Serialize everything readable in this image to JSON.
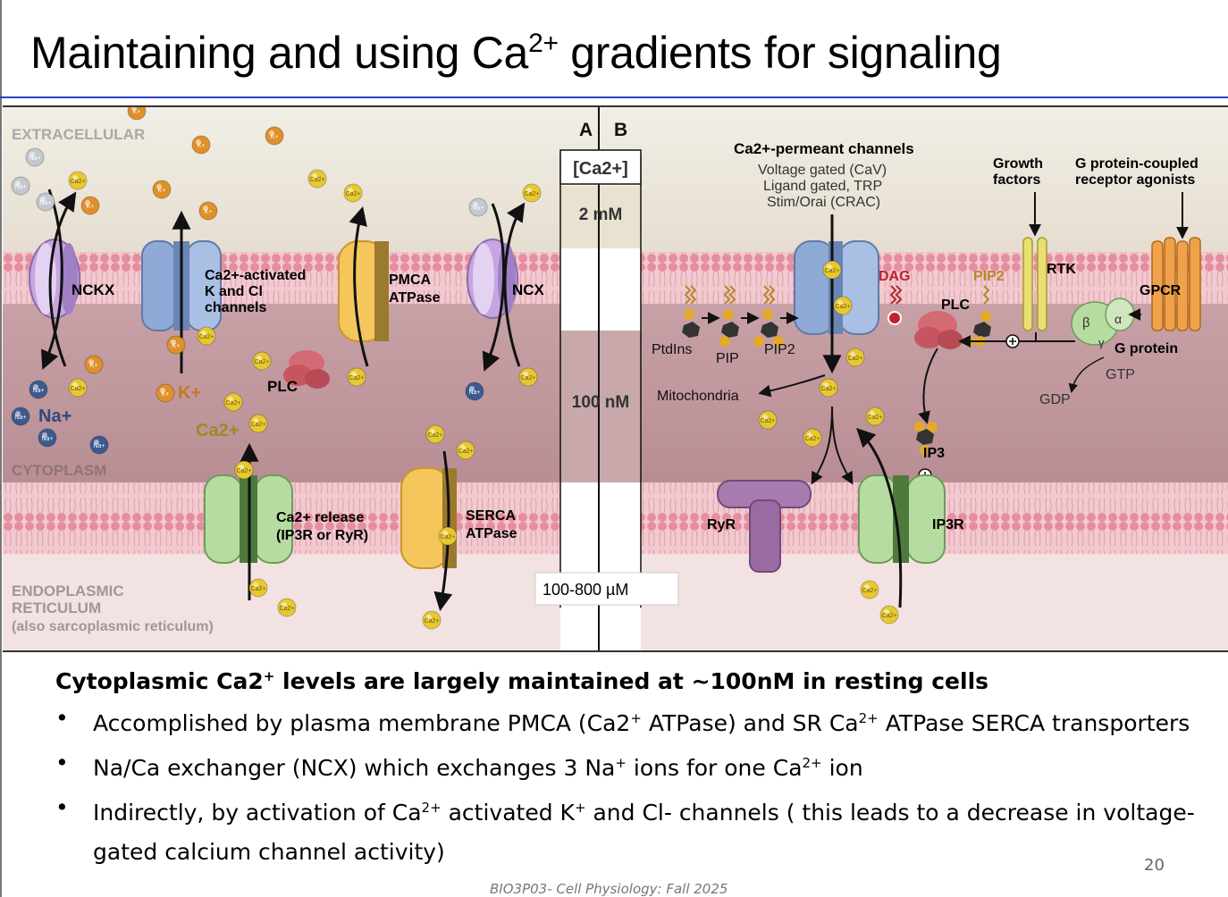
{
  "title": {
    "prefix": "Maintaining and using Ca",
    "sup": "2+",
    "suffix": " gradients for signaling"
  },
  "figure": {
    "extracellular": "EXTRACELLULAR",
    "cytoplasm": "CYTOPLASM",
    "er_line1": "ENDOPLASMIC",
    "er_line2": "RETICULUM",
    "er_line3": "(also sarcoplasmic reticulum)",
    "nckx": "NCKX",
    "ca_k_cl_line1": "Ca2+-activated",
    "ca_k_cl_line2": "K and Cl",
    "ca_k_cl_line3": "channels",
    "pmca_line1": "PMCA",
    "pmca_line2": "ATPase",
    "ncx": "NCX",
    "plc_left": "PLC",
    "k_plus": "K+",
    "na_plus": "Na+",
    "ca_plus": "Ca2+",
    "ca_release_line1": "Ca2+ release",
    "ca_release_line2": "(IP3R or RyR)",
    "serca_line1": "SERCA",
    "serca_line2": "ATPase",
    "col_a": "A",
    "col_b": "B",
    "ca_header": "[Ca2+]",
    "conc_ext": "2 mM",
    "conc_cyt": "100 nM",
    "conc_er": "100-800 µM",
    "permeant_title": "Ca2+-permeant channels",
    "permeant_1": "Voltage gated (CaV)",
    "permeant_2": "Ligand gated, TRP",
    "permeant_3": "Stim/Orai (CRAC)",
    "growth_line1": "Growth",
    "growth_line2": "factors",
    "gpcr_ag_line1": "G protein-coupled",
    "gpcr_ag_line2": "receptor agonists",
    "dag": "DAG",
    "pip2_top": "PIP2",
    "plc_right": "PLC",
    "rtk": "RTK",
    "gpcr": "GPCR",
    "ptdins": "PtdIns",
    "pip": "PIP",
    "pip2_bottom": "PIP2",
    "g_protein": "G protein",
    "gtp": "GTP",
    "gdp": "GDP",
    "mitochondria": "Mitochondria",
    "ip3": "IP3",
    "ryr": "RyR",
    "ip3r": "IP3R",
    "beta": "β",
    "alpha": "α",
    "gamma": "γ",
    "ion_ca": "Ca2+",
    "ion_k": "K+",
    "ion_na": "Na+"
  },
  "text": {
    "lead_prefix": "Cytoplasmic Ca2",
    "lead_sup": "+",
    "lead_suffix": " levels are largely maintained at ~100nM in resting cells",
    "b1_a": "Accomplished by plasma membrane PMCA (Ca2",
    "b1_sup1": "+",
    "b1_b": " ATPase) and SR Ca",
    "b1_sup2": "2+",
    "b1_c": " ATPase SERCA transporters",
    "b2_a": "Na/Ca exchanger (NCX) which exchanges 3 Na",
    "b2_sup1": "+",
    "b2_b": " ions for one Ca",
    "b2_sup2": "2+",
    "b2_c": " ion",
    "b3_a": "Indirectly, by activation of Ca",
    "b3_sup1": "2+",
    "b3_b": " activated K",
    "b3_sup2": "+",
    "b3_c": " and Cl- channels ( this leads to a decrease in voltage-gated calcium channel activity)"
  },
  "page_number": "20",
  "footer": "BIO3P03- Cell Physiology: Fall 2025",
  "colors": {
    "title_rule": "#2c3fd1",
    "membrane": "#f0c4cc",
    "cytoplasm": "#c8a4a8",
    "calcium": "#e8c830",
    "potassium": "#e0902a",
    "sodium": "#3c5a90"
  }
}
